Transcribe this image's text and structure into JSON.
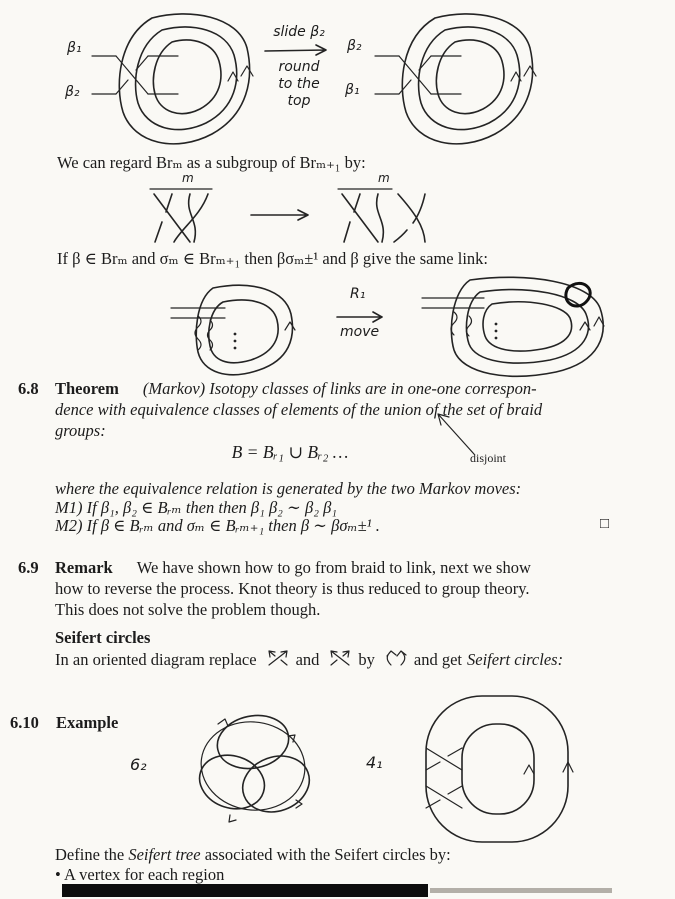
{
  "fig_top": {
    "left_label_top": "β₁",
    "left_label_bottom": "β₂",
    "right_label_top": "β₂",
    "right_label_bottom": "β₁",
    "note1": "slide β₂",
    "note2": "round",
    "note3": "to the",
    "note4": "top"
  },
  "para_subgroup": "We can regard Brₘ as a subgroup of Brₘ₊₁ by:",
  "fig_inclusion": {
    "m_left": "m",
    "m_right": "m"
  },
  "para_sigma": "If β ∈ Brₘ and σₘ ∈ Brₘ₊₁ then βσₘ±¹ and β give the same link:",
  "fig_move": {
    "note1": "R₁",
    "note2": "move"
  },
  "theorem": {
    "number": "6.8",
    "title": "Theorem",
    "line1": "(Markov) Isotopy classes of links are in one-one correspon-",
    "line2": "dence with equivalence classes of elements of the union of the set of braid",
    "line3": "groups:",
    "equation": "B = Bᵣ₁ ∪ Bᵣ₂  …",
    "annotation": "disjoint",
    "where_line": "where the equivalence relation is generated by the two Markov moves:",
    "m1": "M1) If β₁, β₂ ∈ Bᵣₘ then then β₁ β₂ ∼ β₂ β₁",
    "m2": "M2) If β ∈ Bᵣₘ and σₘ ∈ Bᵣₘ₊₁ then β ∼ βσₘ±¹ .",
    "qed": "□"
  },
  "remark": {
    "number": "6.9",
    "title": "Remark",
    "line1": "We have shown how to go from braid to link, next we show",
    "line2": "how to reverse the process. Knot theory is thus reduced to group theory.",
    "line3": "This does not solve the problem though."
  },
  "seifert": {
    "heading": "Seifert circles",
    "replace_intro": "In an oriented diagram replace",
    "and1": "and",
    "by": "by",
    "tail": "and get",
    "tail_italic": "Seifert circles:"
  },
  "example": {
    "number": "6.10",
    "title": "Example",
    "left_knot_label": "6₂",
    "right_knot_label": "4₁"
  },
  "closing": {
    "define_pre": "Define the",
    "define_italic": "Seifert tree",
    "define_post": "associated with the Seifert circles by:",
    "bullet": "• A vertex for each region"
  }
}
